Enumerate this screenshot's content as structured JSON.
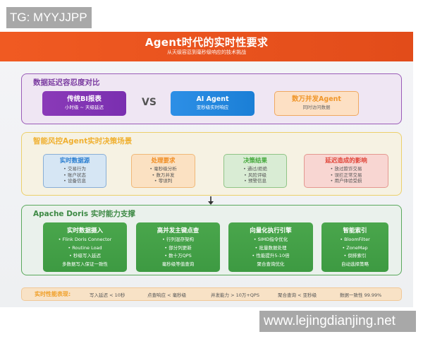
{
  "watermarks": {
    "top_left": "TG: MYYJJPP",
    "bottom_right": "www.lejingdianjing.net"
  },
  "header": {
    "title": "Agent时代的实时性要求",
    "subtitle": "从天级容忍到毫秒级响应的技术挑战",
    "color": "#f05a22"
  },
  "section_latency": {
    "title": "数据延迟容忍度对比",
    "bi": {
      "title": "传统BI报表",
      "subtitle": "小时级 ~ 天级延迟"
    },
    "vs": "VS",
    "ai": {
      "title": "AI Agent",
      "subtitle": "亚秒级实时响应"
    },
    "multi": {
      "title": "数万并发Agent",
      "subtitle": "同时访问数据"
    }
  },
  "section_scenario": {
    "title": "智能风控Agent实时决策场景",
    "cards": [
      {
        "title": "实时数据源",
        "items": [
          "• 交易行为",
          "• 账户状态",
          "• 设备信息"
        ]
      },
      {
        "title": "处理要求",
        "items": [
          "• 毫秒级分析",
          "• 数万并发",
          "• 零误判"
        ]
      },
      {
        "title": "决策结果",
        "items": [
          "• 通过/拒绝",
          "• 风险评级",
          "• 预警信息"
        ]
      },
      {
        "title": "延迟造成的影响",
        "items": [
          "• 放过欺诈交易",
          "• 误拦正常交易",
          "• 用户体验受损"
        ]
      }
    ]
  },
  "section_doris": {
    "title": "Apache Doris 实时能力支撑",
    "cards": [
      {
        "title": "实时数据摄入",
        "items": [
          "• Flink Doris Connector",
          "• Routine Load",
          "• 秒级写入延迟",
          "多数据写入保证一致性"
        ]
      },
      {
        "title": "高并发主键点查",
        "items": [
          "• 行列混存架构",
          "• 部分列更新",
          "• 数十万QPS",
          "毫秒级等值查询"
        ]
      },
      {
        "title": "向量化执行引擎",
        "items": [
          "• SIMD指令优化",
          "• 批量数据处理",
          "• 性能提升5-10倍",
          "聚合查询优化"
        ]
      },
      {
        "title": "智能索引",
        "items": [
          "• BloomFilter",
          "• ZoneMap",
          "• 倒排索引",
          "自动选择策略"
        ]
      }
    ]
  },
  "performance": {
    "label": "实时性能表现:",
    "metrics": [
      "写入延迟 < 10秒",
      "点查响应 < 毫秒级",
      "并发能力 > 10万+QPS",
      "聚合查询 < 亚秒级",
      "数据一致性 99.99%"
    ]
  }
}
